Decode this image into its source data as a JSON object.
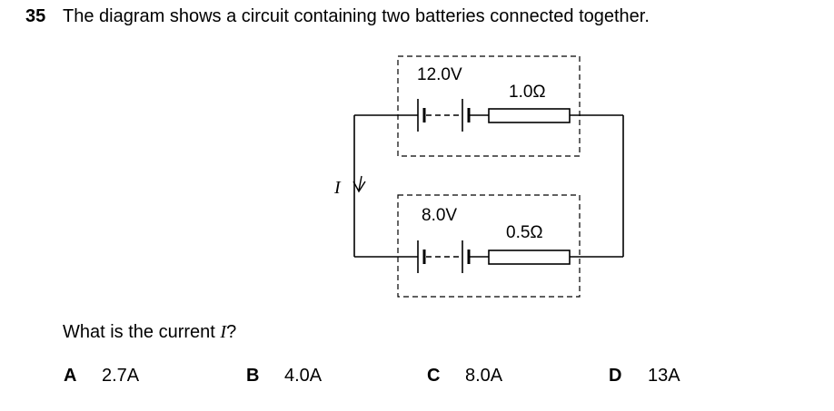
{
  "question": {
    "number": "35",
    "text": "The diagram shows a circuit containing two batteries connected together.",
    "prompt_before": "What is the current ",
    "prompt_var": "I",
    "prompt_after": "?"
  },
  "diagram": {
    "top_battery": {
      "emf": "12.0V",
      "resistance": "1.0Ω"
    },
    "bottom_battery": {
      "emf": "8.0V",
      "resistance": "0.5Ω"
    },
    "current_label": "I"
  },
  "options": [
    {
      "letter": "A",
      "text": "2.7A"
    },
    {
      "letter": "B",
      "text": "4.0A"
    },
    {
      "letter": "C",
      "text": "8.0A"
    },
    {
      "letter": "D",
      "text": "13A"
    }
  ]
}
